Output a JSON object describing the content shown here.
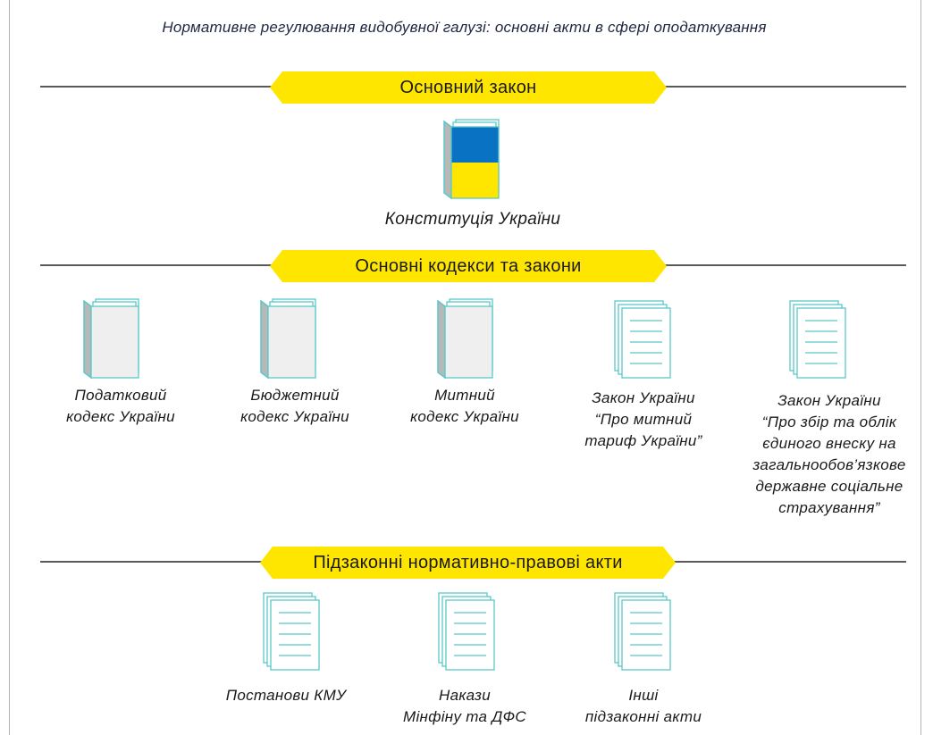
{
  "title": "Нормативне регулювання видобувної галузі: основні акти в сфері оподаткування",
  "colors": {
    "banner": "#ffe600",
    "teal": "#5bc8c8",
    "blue": "#0a72c2",
    "yellow": "#ffe600",
    "line": "#5a5a5a"
  },
  "sections": {
    "main_law": {
      "label": "Основний закон",
      "items": [
        {
          "icon": "constitution-book-icon",
          "label": "Конституція України"
        }
      ]
    },
    "codes": {
      "label": "Основні кодекси та закони",
      "items": [
        {
          "icon": "book-icon",
          "line1": "Податковий",
          "line2": "кодекс України"
        },
        {
          "icon": "book-icon",
          "line1": "Бюджетний",
          "line2": "кодекс України"
        },
        {
          "icon": "book-icon",
          "line1": "Митний",
          "line2": "кодекс України"
        },
        {
          "icon": "document-stack-icon",
          "line1": "Закон України",
          "line2": "“Про митний",
          "line3": "тариф України”"
        },
        {
          "icon": "document-stack-icon",
          "line1": "Закон України",
          "line2": "“Про збір та облік",
          "line3": "єдиного внеску на",
          "line4": "загальнообов’язкове",
          "line5": "державне соціальне",
          "line6": "страхування”"
        }
      ]
    },
    "bylaws": {
      "label": "Підзаконні нормативно-правові акти",
      "items": [
        {
          "icon": "document-stack-icon",
          "line1": "Постанови КМУ"
        },
        {
          "icon": "document-stack-icon",
          "line1": "Накази",
          "line2": "Мінфіну та ДФС"
        },
        {
          "icon": "document-stack-icon",
          "line1": "Інші",
          "line2": "підзаконні акти"
        }
      ]
    }
  }
}
